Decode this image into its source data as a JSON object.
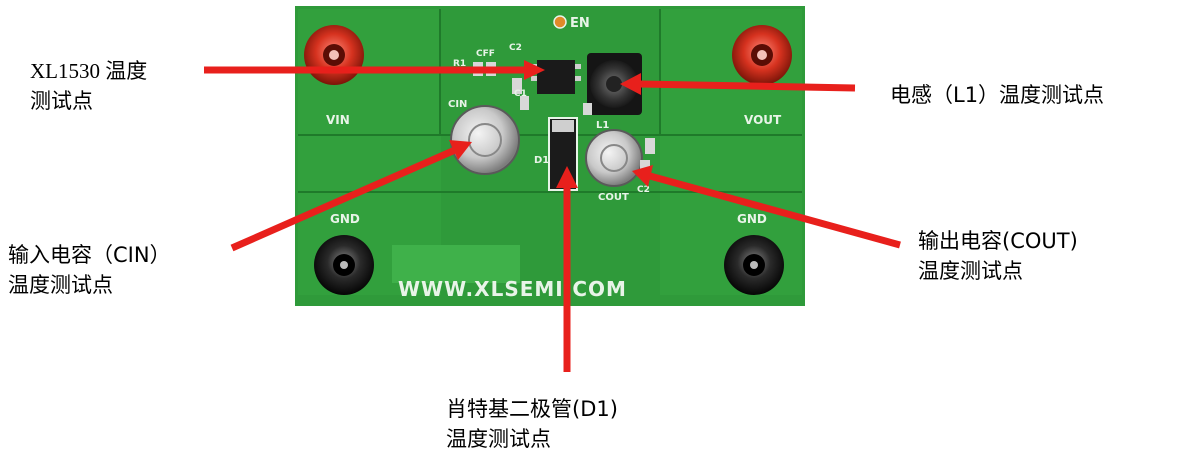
{
  "board": {
    "colors": {
      "pcb": "#2f9a3a",
      "pcb_dark": "#1f7a2a",
      "silk": "#e8f4e8",
      "terminal_red": "#c8251e",
      "terminal_black": "#222222",
      "arrow": "#e8201c"
    },
    "silkscreen": {
      "en": "EN",
      "vin": "VIN",
      "vout": "VOUT",
      "gnd_left": "GND",
      "gnd_right": "GND",
      "cin": "CIN",
      "cout": "COUT",
      "d1": "D1",
      "l1": "L1",
      "c1": "C1",
      "c2": "C2",
      "c2b": "C2",
      "r1": "R1",
      "cff": "CFF",
      "website": "WWW.XLSEMI.COM"
    }
  },
  "callouts": {
    "ic": {
      "line1": "XL1530 温度",
      "line2": "测试点"
    },
    "inductor": {
      "line1": "电感（L1）温度测试点"
    },
    "cin": {
      "line1": "输入电容（CIN）",
      "line2": "温度测试点"
    },
    "cout": {
      "line1": "输出电容(COUT)",
      "line2": "温度测试点"
    },
    "diode": {
      "line1": "肖特基二极管(D1)",
      "line2": "温度测试点"
    }
  }
}
